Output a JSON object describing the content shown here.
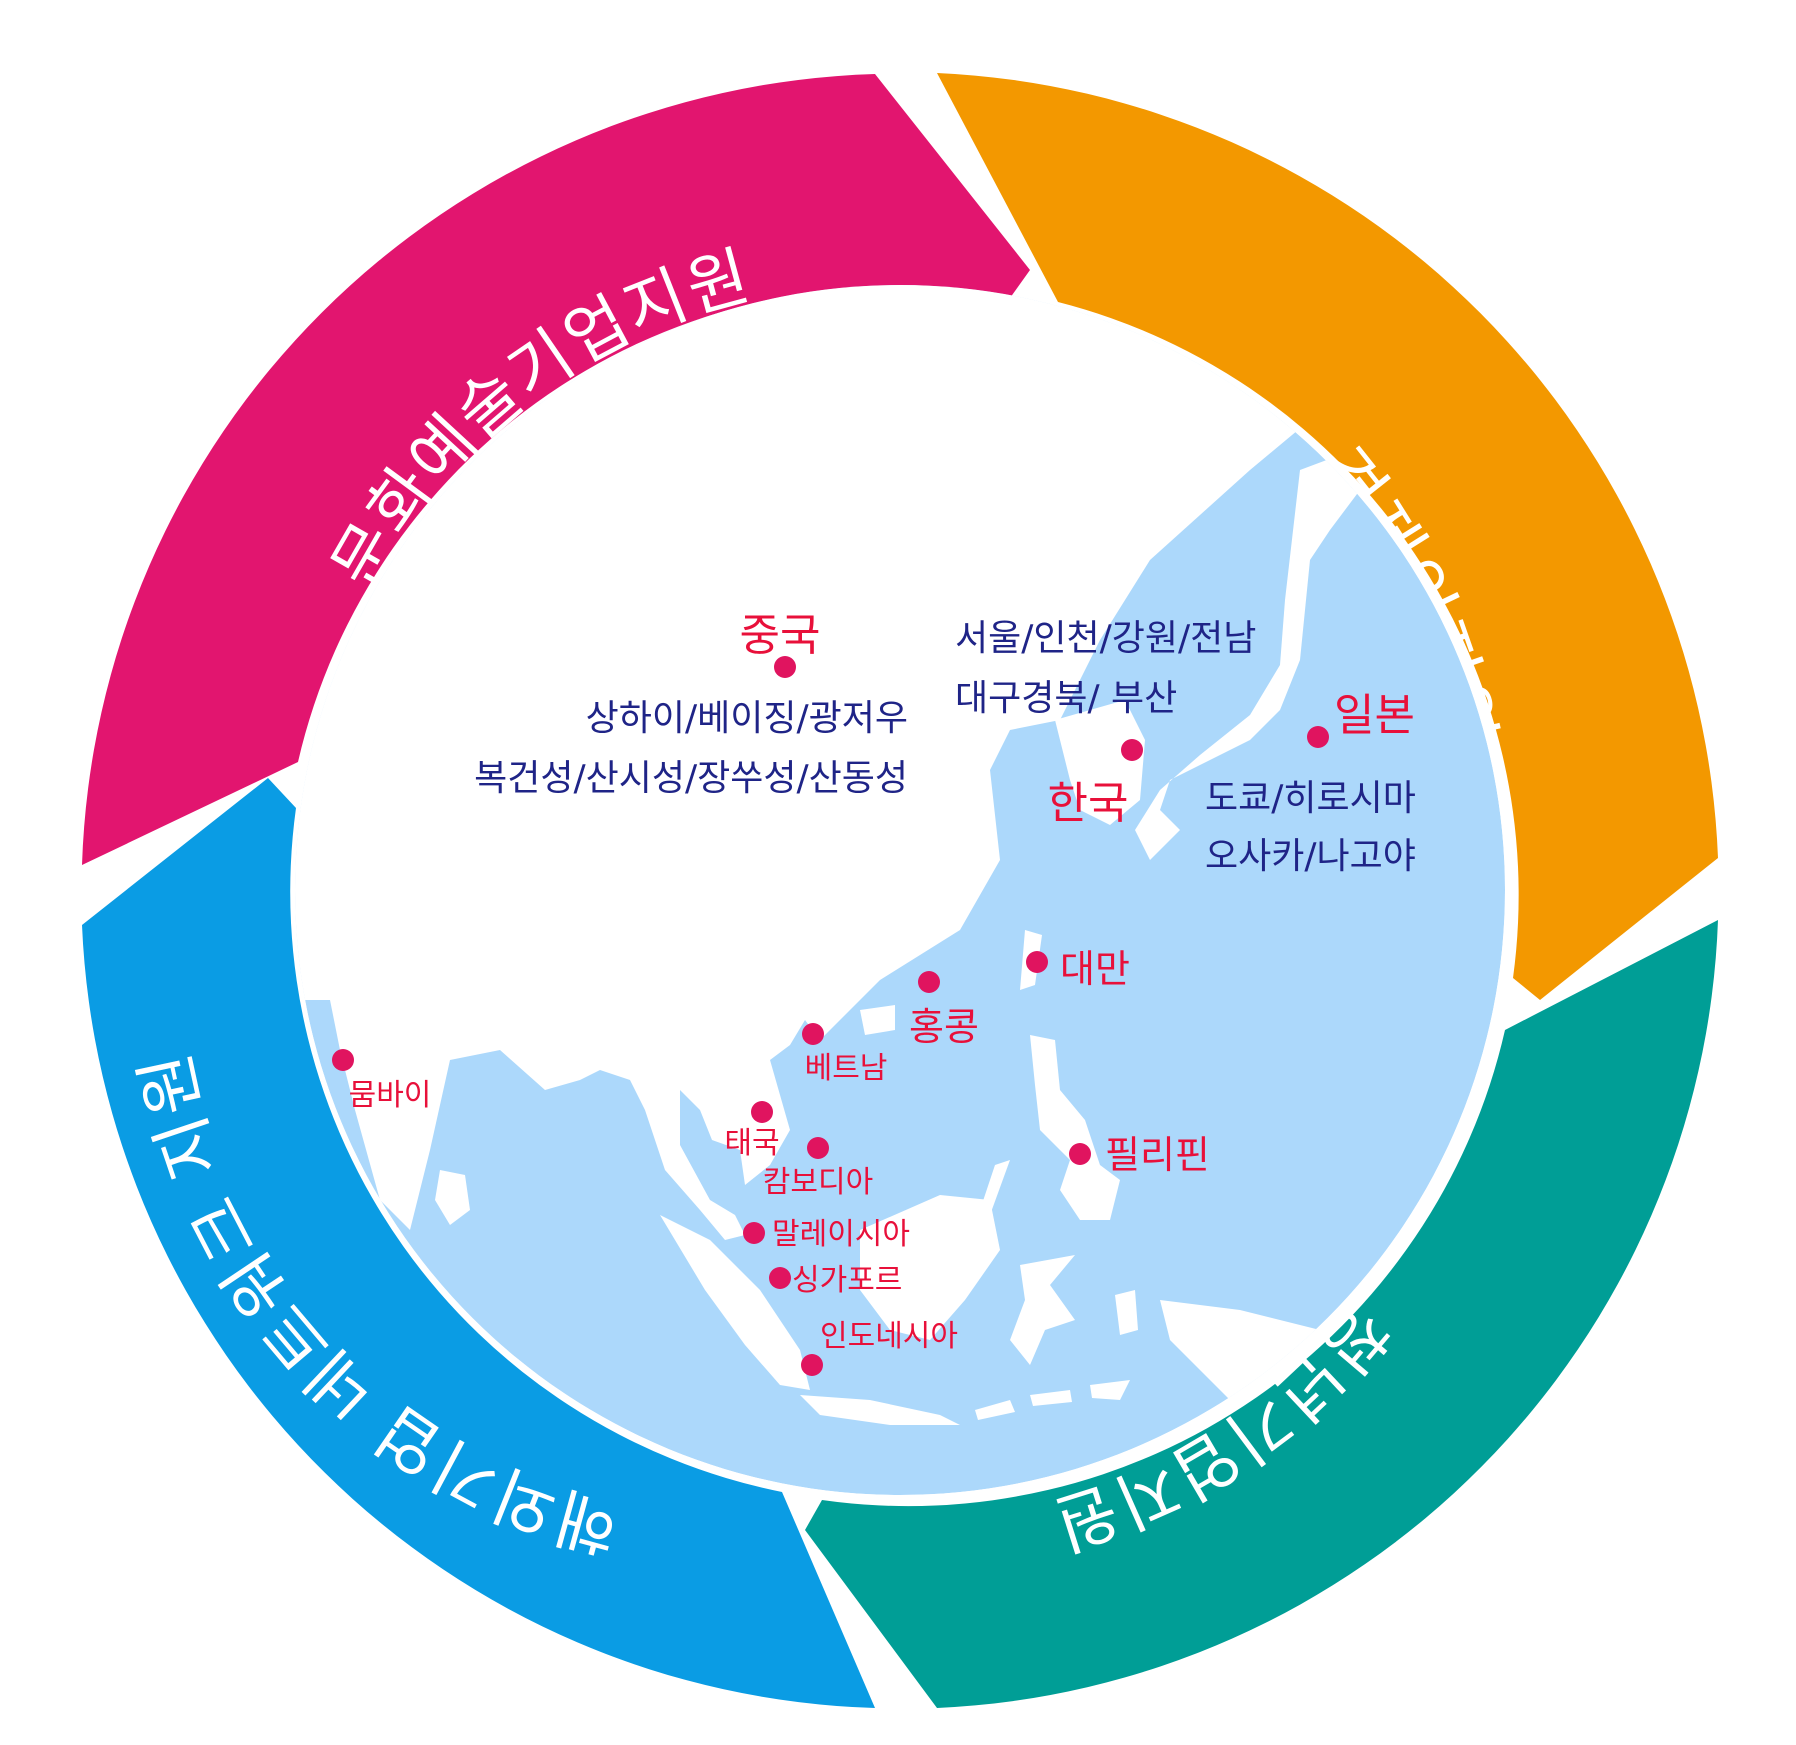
{
  "segments": {
    "culture": {
      "label": "문화예술기업지원",
      "color": "#e2156f"
    },
    "economy": {
      "label": "경제인지원",
      "color": "#f39800"
    },
    "youth": {
      "label": "청년기업지원",
      "color": "#009e96"
    },
    "overseas": {
      "label": "해외기업 네트워크 지원",
      "color": "#0a9ce4"
    }
  },
  "map": {
    "ocean_color": "#acd8fb",
    "land_color": "#ffffff"
  },
  "places": {
    "china": {
      "name": "중국",
      "cities_1": "상하이/베이징/광저우",
      "cities_2": "복건성/산시성/장쑤성/산동성"
    },
    "korea": {
      "name": "한국",
      "cities_1": "서울/인천/강원/전남",
      "cities_2": "대구경북/ 부산"
    },
    "japan": {
      "name": "일본",
      "cities_1": "도쿄/히로시마",
      "cities_2": "오사카/나고야"
    },
    "taiwan": "대만",
    "hongkong": "홍콩",
    "vietnam": "베트남",
    "mumbai": "뭄바이",
    "thailand": "태국",
    "cambodia": "캄보디아",
    "philippines": "필리핀",
    "malaysia": "말레이시아",
    "singapore": "싱가포르",
    "indonesia": "인도네시아"
  }
}
